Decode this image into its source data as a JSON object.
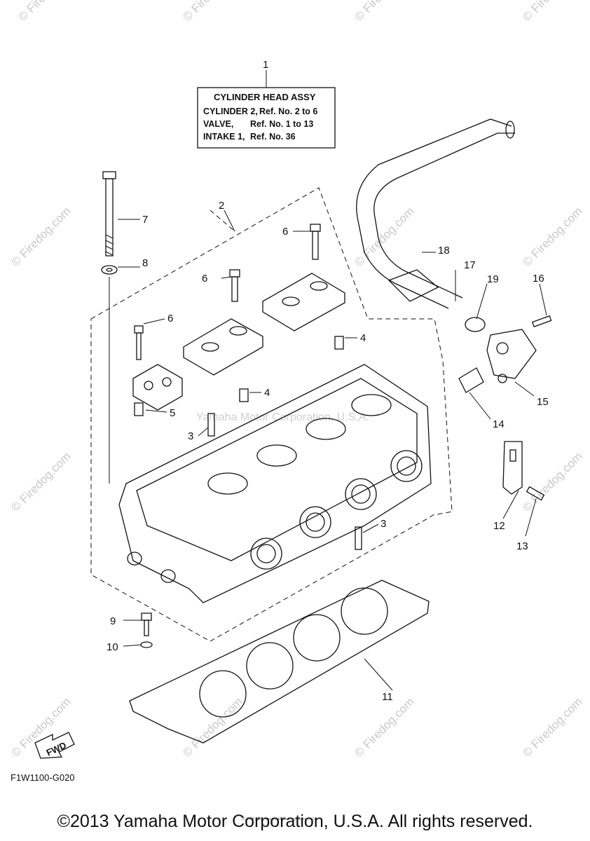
{
  "label_box": {
    "title": "CYLINDER HEAD ASSY",
    "lines": [
      {
        "name": "CYLINDER 2,",
        "ref": "Ref. No. 2 to 6"
      },
      {
        "name": "VALVE,",
        "ref": "Ref. No. 1 to 13"
      },
      {
        "name": "INTAKE 1,",
        "ref": "Ref. No. 36"
      }
    ]
  },
  "callouts": [
    "1",
    "2",
    "3",
    "3",
    "4",
    "4",
    "5",
    "6",
    "6",
    "6",
    "7",
    "8",
    "9",
    "10",
    "11",
    "12",
    "13",
    "14",
    "15",
    "16",
    "17",
    "18",
    "19"
  ],
  "watermarks": {
    "site": "© Firedog.com",
    "center": "Yamaha Motor Corporation, U.S.A.",
    "footer_small": "(c) 2005-2015 Yamaha Motor Corporation, U.S.A."
  },
  "fwd_label": "FWD",
  "diagram_code": "F1W1100-G020",
  "copyright": "©2013 Yamaha Motor Corporation, U.S.A. All rights reserved."
}
